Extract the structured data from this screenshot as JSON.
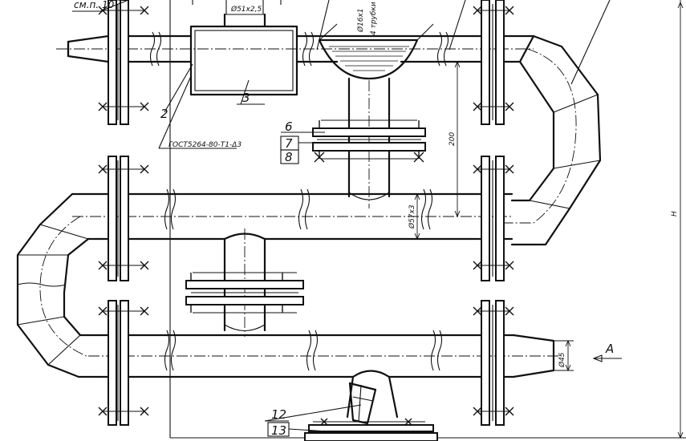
{
  "labels": {
    "ref_sheet": "см.п. 10",
    "standard": "ГОСТ5264-80-Т1-Δ3",
    "view_arrow": "А",
    "height_dim": "Н"
  },
  "callouts": [
    "2",
    "3",
    "6",
    "7",
    "8",
    "12",
    "13"
  ],
  "dimensions": {
    "top_pipe": "Ø51x2,5",
    "tubes": "Ø16x1",
    "tubes_count": "4 трубки",
    "spacing": "200",
    "main_pipe": "Ø57x3",
    "outlet": "Ø45"
  }
}
